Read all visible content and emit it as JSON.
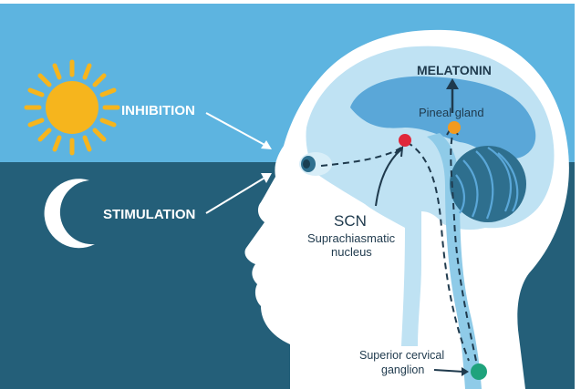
{
  "labels": {
    "inhibition": "INHIBITION",
    "stimulation": "STIMULATION",
    "melatonin": "MELATONIN",
    "pineal_gland": "Pineal gland",
    "scn": "SCN",
    "scn_full_line1": "Suprachiasmatic",
    "scn_full_line2": "nucleus",
    "scg_line1": "Superior cervical",
    "scg_line2": "ganglion"
  },
  "colors": {
    "sky": "#5db4e0",
    "night": "#245f79",
    "head": "#ffffff",
    "brain": "#bfe2f3",
    "brain_inner": "#5aa7d8",
    "cerebellum": "#2e6f8e",
    "sun": "#f6b51d",
    "moon": "#ffffff",
    "text_dark": "#1f3a4d",
    "scn_dot": "#e0273a",
    "pineal_dot": "#f39a1e",
    "ganglion_dot": "#1fa37c"
  },
  "icons": {
    "sun": "sun-icon",
    "moon": "moon-icon",
    "eye": "eye-icon"
  }
}
